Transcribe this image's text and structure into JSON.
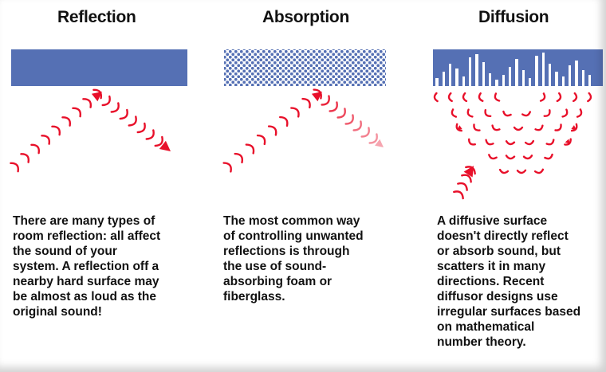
{
  "columns": [
    {
      "heading": "Reflection",
      "lines": [
        "There are many types of",
        "room reflection: all affect",
        "the sound of your",
        "system. A reflection off a",
        "nearby hard surface may",
        "be almost as loud as the",
        "original sound!"
      ]
    },
    {
      "heading": "Absorption",
      "lines": [
        "The most common way",
        "of controlling unwanted",
        "reflections is through",
        "the use of sound-",
        "absorbing foam or",
        "fiberglass."
      ]
    },
    {
      "heading": "Diffusion",
      "lines": [
        "A diffusive surface",
        "doesn't directly reflect",
        "or absorb sound, but",
        "scatters it in many",
        "directions. Recent",
        "diffusor designs use",
        "irregular surfaces based",
        "on mathematical",
        "number theory."
      ]
    }
  ],
  "colors": {
    "panel": "#5570b4",
    "wave": "#e8102a",
    "wave_faded": "#f6a5b0",
    "text": "#111111"
  }
}
